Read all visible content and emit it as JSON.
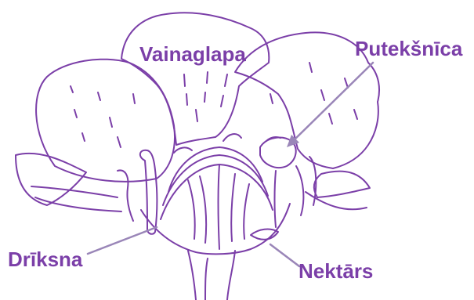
{
  "labels": {
    "corolla": "Vainaglapa",
    "anther": "Putekšnīca",
    "pistil": "Drīksna",
    "nectar": "Nektārs"
  },
  "colors": {
    "line": "#7b3fa8",
    "label": "#7b3fa8",
    "pointer": "#9a86b8",
    "background": "#ffffff"
  }
}
